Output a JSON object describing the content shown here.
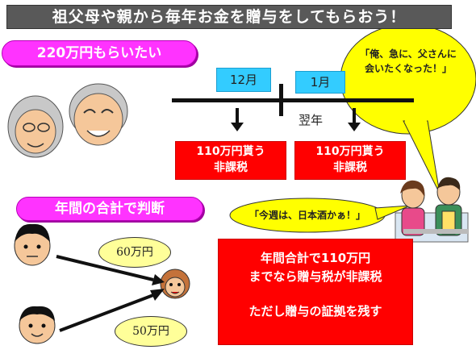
{
  "title": "祖父母や親から毎年お金を贈与をしてもらおう！",
  "pill_top": "220万円もらいたい",
  "pill_mid": "年間の合計で判断",
  "timeline": {
    "month_left": "12月",
    "month_right": "1月",
    "next_year": "翌年"
  },
  "gift_boxes": [
    {
      "line1": "110万円貰う",
      "line2": "非課税"
    },
    {
      "line1": "110万円貰う",
      "line2": "非課税"
    }
  ],
  "speech_top": {
    "line1": "「俺、急に、父さんに",
    "line2": "会いたくなった！」"
  },
  "speech_bottom": "「今週は、日本酒かぁ！」",
  "amounts": {
    "upper": "60万円",
    "lower": "50万円"
  },
  "main_note": {
    "line1": "年間合計で110万円",
    "line2": "までなら贈与税が非課税",
    "line3": "ただし贈与の証拠を残す"
  },
  "colors": {
    "title_bg": "#595959",
    "pill": "#ff33ff",
    "month_box": "#33ccff",
    "red_box": "#ff0000",
    "oval": "#ffff99",
    "speech_bubble": "#ffff00"
  }
}
